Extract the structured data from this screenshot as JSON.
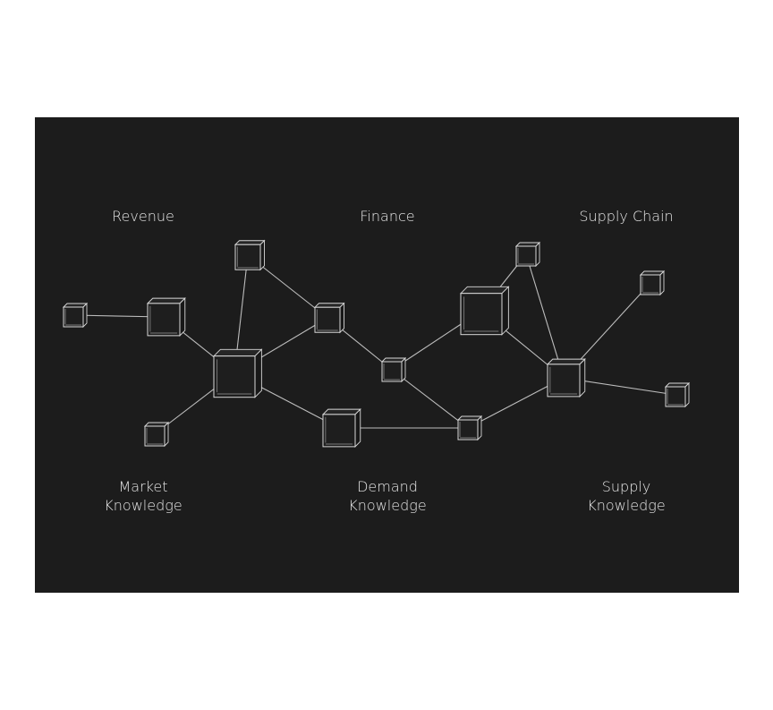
{
  "labels": {
    "revenue": "Revenue",
    "finance": "Finance",
    "supply_chain": "Supply Chain",
    "market_knowledge_1": "Market",
    "market_knowledge_2": "Knowledge",
    "demand_knowledge_1": "Demand",
    "demand_knowledge_2": "Knowledge",
    "supply_knowledge_1": "Supply",
    "supply_knowledge_2": "Knowledge"
  },
  "colors": {
    "background": "#1c1c1c",
    "line": "#bdbdbd",
    "text": "#e6e6e6"
  }
}
